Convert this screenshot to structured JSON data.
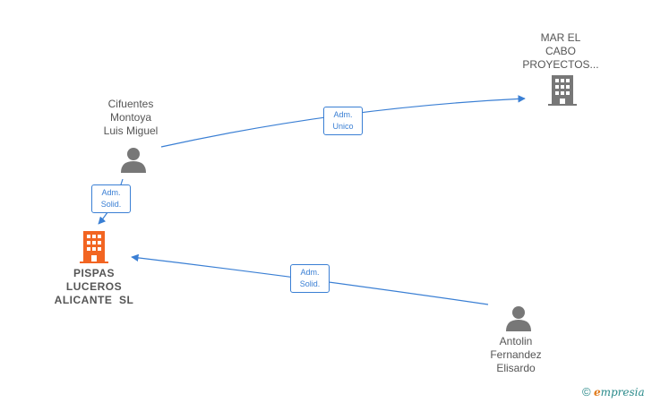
{
  "nodes": {
    "mar": {
      "lines": [
        "MAR EL",
        "CABO",
        "PROYECTOS..."
      ],
      "icon": "building-icon",
      "color": "#777777"
    },
    "cifuentes": {
      "lines": [
        "Cifuentes",
        "Montoya",
        "Luis Miguel"
      ],
      "icon": "person-icon",
      "color": "#777777"
    },
    "pispas": {
      "lines": [
        "PISPAS",
        "LUCEROS",
        "ALICANTE  SL"
      ],
      "icon": "building-icon",
      "color": "#f26522"
    },
    "antolin": {
      "lines": [
        "Antolin",
        "Fernandez",
        "Elisardo"
      ],
      "icon": "person-icon",
      "color": "#777777"
    }
  },
  "edges": {
    "cif_mar": {
      "lines": [
        "Adm.",
        "Unico"
      ]
    },
    "cif_pispas": {
      "lines": [
        "Adm.",
        "Solid."
      ]
    },
    "ant_pispas": {
      "lines": [
        "Adm.",
        "Solid."
      ]
    }
  },
  "edge_color": "#3a7fd4",
  "brand": {
    "copyright": "©",
    "first_letter": "e",
    "rest": "mpresia"
  }
}
